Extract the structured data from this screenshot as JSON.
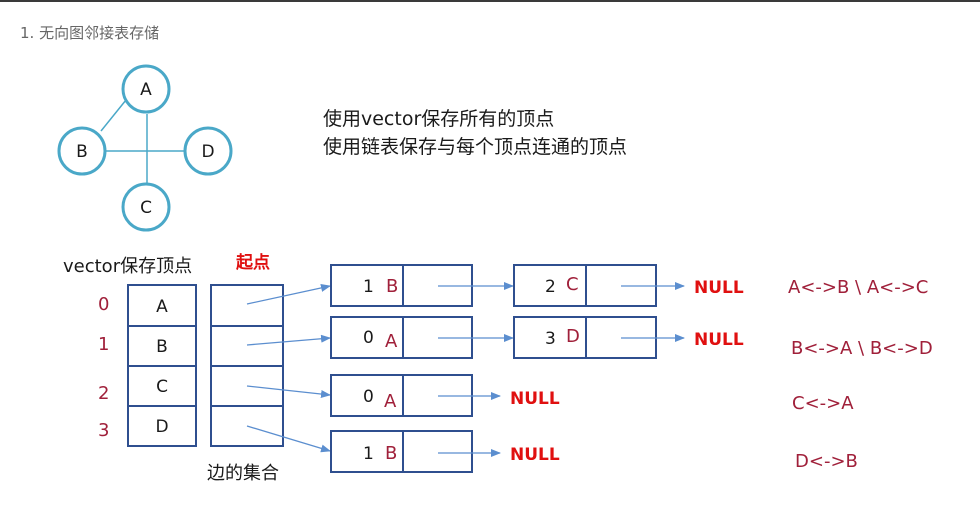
{
  "heading": "1. 无向图邻接表存储",
  "graph": {
    "nodes": [
      "A",
      "B",
      "C",
      "D"
    ]
  },
  "description": {
    "line1": "使用vector保存所有的顶点",
    "line2": "使用链表保存与每个顶点连通的顶点"
  },
  "vector_caption": "vector保存顶点",
  "start_caption": "起点",
  "edges_caption": "边的集合",
  "indices": [
    "0",
    "1",
    "2",
    "3"
  ],
  "vertices": [
    "A",
    "B",
    "C",
    "D"
  ],
  "lists": [
    [
      {
        "num": "1",
        "letter": "B"
      },
      {
        "num": "2",
        "letter": "C"
      }
    ],
    [
      {
        "num": "0",
        "letter": "A"
      },
      {
        "num": "3",
        "letter": "D"
      }
    ],
    [
      {
        "num": "0",
        "letter": "A"
      }
    ],
    [
      {
        "num": "1",
        "letter": "B"
      }
    ]
  ],
  "null_label": "NULL",
  "edge_summaries": [
    "A<->B \\ A<->C",
    "B<->A \\ B<->D",
    "C<->A",
    "D<->B"
  ],
  "colors": {
    "circle": "#4aa8c8",
    "box": "#2f4f8f",
    "arrow": "#5b8ecf",
    "null": "#e01010",
    "index": "#a0203a"
  }
}
